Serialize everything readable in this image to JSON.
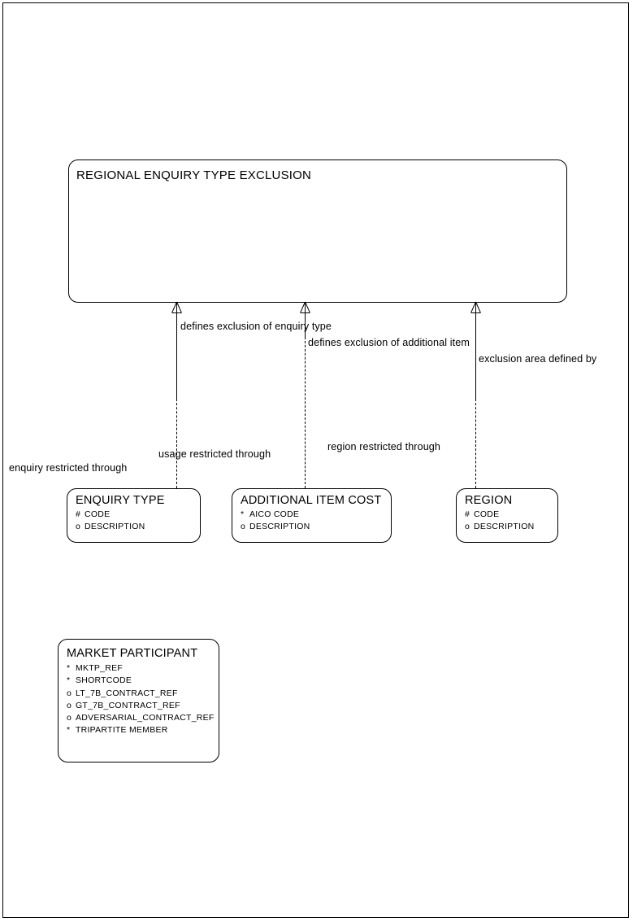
{
  "diagram": {
    "type": "entity-relationship-diagram",
    "background": "#ffffff",
    "line_color": "#000000"
  },
  "entities": [
    {
      "id": "regional-enquiry-type-exclusion",
      "title": "REGIONAL ENQUIRY TYPE EXCLUSION",
      "attributes": []
    },
    {
      "id": "enquiry-type",
      "title": "ENQUIRY TYPE",
      "attributes": [
        {
          "mark": "#",
          "name": "CODE"
        },
        {
          "mark": "o",
          "name": "DESCRIPTION"
        }
      ]
    },
    {
      "id": "additional-item-cost",
      "title": "ADDITIONAL ITEM COST",
      "attributes": [
        {
          "mark": "*",
          "name": "AICO CODE"
        },
        {
          "mark": "o",
          "name": "DESCRIPTION"
        }
      ]
    },
    {
      "id": "region",
      "title": "REGION",
      "attributes": [
        {
          "mark": "#",
          "name": "CODE"
        },
        {
          "mark": "o",
          "name": "DESCRIPTION"
        }
      ]
    },
    {
      "id": "market-participant",
      "title": "MARKET PARTICIPANT",
      "attributes": [
        {
          "mark": "*",
          "name": "MKTP_REF"
        },
        {
          "mark": "*",
          "name": "SHORTCODE"
        },
        {
          "mark": "o",
          "name": "LT_7B_CONTRACT_REF"
        },
        {
          "mark": "o",
          "name": "GT_7B_CONTRACT_REF"
        },
        {
          "mark": "o",
          "name": "ADVERSARIAL_CONTRACT_REF"
        },
        {
          "mark": "*",
          "name": "TRIPARTITE MEMBER"
        }
      ]
    }
  ],
  "relationships": [
    {
      "id": "rel-enquiry-type",
      "from_label": "defines exclusion of enquiry type",
      "to_label": "enquiry restricted through"
    },
    {
      "id": "rel-additional-item",
      "from_label": "defines exclusion of additional item",
      "to_label": "usage restricted through"
    },
    {
      "id": "rel-region",
      "from_label": "exclusion area defined by",
      "to_label": "region restricted through"
    }
  ],
  "labels": {
    "defines_enquiry_type": "defines exclusion of enquiry type",
    "defines_additional_item": "defines exclusion of additional item",
    "exclusion_area_defined_by": "exclusion area defined by",
    "enquiry_restricted_through": "enquiry restricted through",
    "usage_restricted_through": "usage restricted through",
    "region_restricted_through": "region restricted through"
  }
}
